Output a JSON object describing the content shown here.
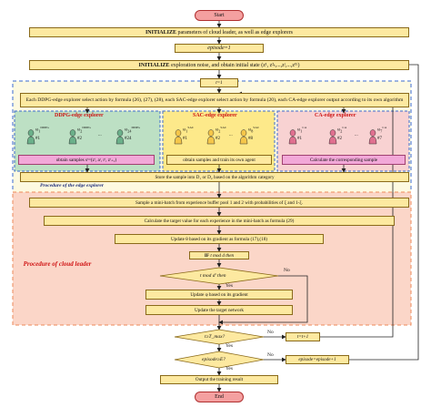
{
  "colors": {
    "step_fill": "#fde9a0",
    "step_border": "#8a6a1a",
    "terminal_fill": "#f4a0a0",
    "edge_region_fill": "#fdf9e0",
    "cloud_region_fill": "#fbd6c8",
    "ddpg_fill": "#bde0c4",
    "sac_fill": "#fde98a",
    "ca_fill": "#f8d2d2",
    "title_red": "#cc1010",
    "dashed_blue": "#3a6ad0"
  },
  "nodes": {
    "start": "Start",
    "init_params_bold": "INITIALIZE",
    "init_params_rest": " parameters of cloud leader, as well as edge explorers",
    "episode_init": "episode=1",
    "init_explore_bold": "INITIALIZE",
    "init_explore_rest": " exploration noise, and obtain initial state (z¹, z²ₜ,...,zᵗ,...,zᴱᵗ)",
    "t_init": "t=1",
    "select_action": "Each DDPG-edge explorer select action by formula (26), (27), (28), each SAC-edge explorer select action by formula (20), each CA-edge explorer output according to its own algorithm",
    "ddpg_title": "DDPG-edge explorer",
    "sac_title": "SAC-edge explorer",
    "ca_title": "CA-edge explorer",
    "obtain_ddpg": "obtain samples sᵗ=(zᵗ, aᵗ, rᵗ, zᵗ₊₁)",
    "obtain_sac": "obtain samples and train its own agent",
    "obtain_ca": "Calculate the corresponding sample",
    "store": "Store the sample into D₁ or D₂ based on the algorithm category",
    "edge_procedure": "Procedure of the edge explorer",
    "sample_batch": "Sample a mini-batch from experience buffer pool 1 and 2 with probabilities of ξ and 1-ξ.",
    "target_value": "Calculate the target value for each experience in the mini-batch as formula (29)",
    "update_theta": "Update θ based on its gradient as formula (17),(18)",
    "if_bold": "IF",
    "if_rest": " t mod d then",
    "t_mod": "t mod d' then",
    "update_phi": "Update φ based on its gradient",
    "update_target": "Update the target network",
    "cloud_procedure": "Procedure of cloud leader",
    "t_check": "t≥T_max?",
    "t_inc": "t=t+1",
    "episode_check": "episode≥E?",
    "episode_inc": "episode=episode+1",
    "output": "Output the training result",
    "end": "End"
  },
  "edge_labels": {
    "yes": "Yes",
    "no": "No"
  },
  "ddpg_agents": [
    {
      "index": "1",
      "sup": "DDPG"
    },
    {
      "index": "2",
      "sup": "DDPG"
    },
    {
      "index": "24",
      "sup": "DDPG"
    }
  ],
  "ddpg_ellipsis": "...",
  "sac_agents": [
    {
      "index": "1",
      "sup": "SAC"
    },
    {
      "index": "2",
      "sup": "SAC"
    },
    {
      "index": "8",
      "sup": "SAC"
    }
  ],
  "sac_ellipsis": "...",
  "ca_agents": [
    {
      "index": "1",
      "sup": "CA"
    },
    {
      "index": "2",
      "sup": "CA"
    },
    {
      "index": "7",
      "sup": "CA"
    }
  ],
  "ca_ellipsis": "...",
  "agent_prefix": "#",
  "omega": "ω"
}
